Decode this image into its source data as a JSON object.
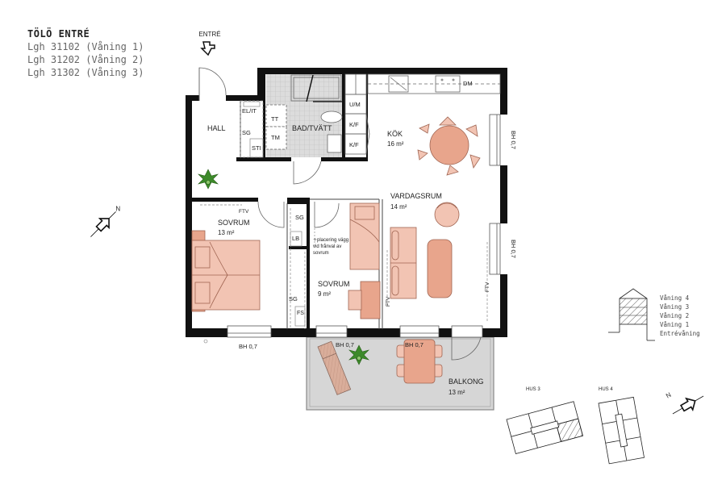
{
  "title_block": {
    "project": "TÖLÖ ENTRÉ",
    "apartments": [
      "Lgh 31102 (Våning 1)",
      "Lgh 31202 (Våning 2)",
      "Lgh 31302 (Våning 3)"
    ]
  },
  "entrance": {
    "label": "ENTRÉ"
  },
  "rooms": {
    "hall": {
      "name": "HALL"
    },
    "bath": {
      "name": "BAD/TVÄTT"
    },
    "kitchen": {
      "name": "KÖK",
      "area": "16 m²"
    },
    "living": {
      "name": "VARDAGSRUM",
      "area": "14 m²"
    },
    "bedroom_large": {
      "name": "SOVRUM",
      "area": "13 m²"
    },
    "bedroom_small": {
      "name": "SOVRUM",
      "area": "9 m²"
    },
    "balcony": {
      "name": "BALKONG",
      "area": "13 m²"
    }
  },
  "fixtures": {
    "el_it": "EL/IT",
    "sg_hall": "SG",
    "sti": "STI",
    "tt": "TT",
    "tm": "TM",
    "um": "U/M",
    "kf1": "K/F",
    "kf2": "K/F",
    "dm": "DM",
    "sg_bed1": "SG",
    "lb": "LB",
    "sg_bed2": "SG",
    "fs": "FS",
    "ftv_bed": "FTV",
    "ftv_small": "FTV",
    "ftv_living": "FTV"
  },
  "notes": {
    "wall_note_1": "placering vägg",
    "wall_note_2": "vid frånval av",
    "wall_note_3": "sovrum"
  },
  "windows": {
    "kitchen_right": "BH 0,7",
    "living_right": "BH 0,7",
    "bed_bottom": "BH 0,7",
    "balcony_left": "BH 0,7",
    "balcony_mid": "BH 0,7"
  },
  "floor_legend": {
    "levels": [
      "Våning 4",
      "Våning 3",
      "Våning 2",
      "Våning 1",
      "Entrévåning"
    ]
  },
  "site_plan": {
    "house3": "HUS 3",
    "house4": "HUS 4"
  },
  "compass": {
    "north": "N"
  },
  "colors": {
    "wall": "#111111",
    "furniture": "#f2c4b3",
    "furniture_dark": "#e8a58c",
    "balcony_floor": "#d6d6d6",
    "bath_tile": "#d9d9d9",
    "plant": "#3d8a2a"
  }
}
